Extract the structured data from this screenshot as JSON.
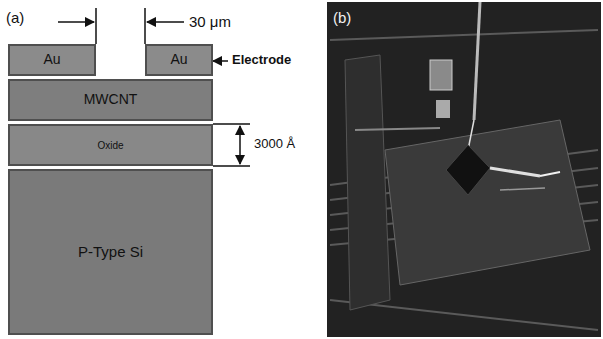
{
  "diagram": {
    "nodes": [
      {
        "text": [
          "Au"
        ]
      },
      {
        "text": [
          "Au"
        ]
      },
      {
        "text": [
          "MWCNT"
        ]
      },
      {
        "text": [
          "Oxide"
        ]
      },
      {
        "text": [
          "P-Type Si"
        ]
      }
    ],
    "labels": [
      "(a)",
      "30 μm",
      "Electrode",
      "3000 Å",
      "(b)"
    ]
  }
}
